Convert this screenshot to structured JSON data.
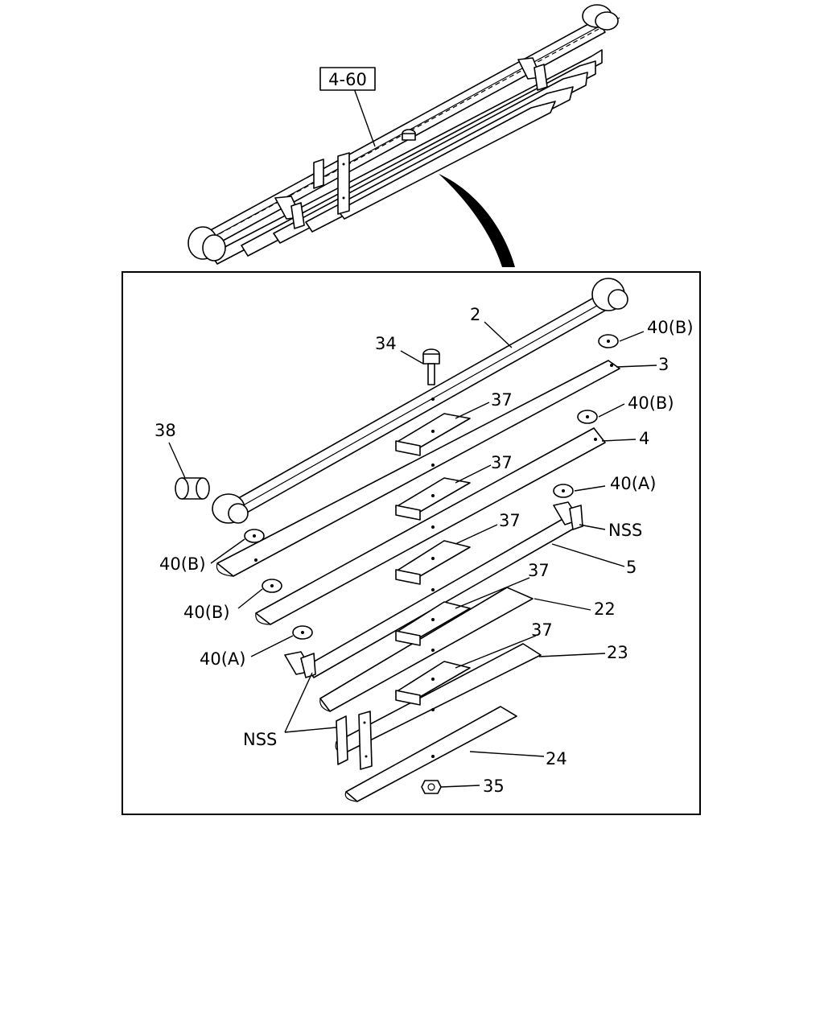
{
  "reference": "4-60",
  "labels": {
    "p2": "2",
    "p3": "3",
    "p4": "4",
    "p5": "5",
    "p22": "22",
    "p23": "23",
    "p24": "24",
    "p34": "34",
    "p35": "35",
    "p37_1": "37",
    "p37_2": "37",
    "p37_3": "37",
    "p37_4": "37",
    "p37_5": "37",
    "p38": "38",
    "p40b_1": "40(B)",
    "p40b_2": "40(B)",
    "p40b_3": "40(B)",
    "p40b_4": "40(B)",
    "p40a_1": "40(A)",
    "p40a_2": "40(A)",
    "nss_1": "NSS",
    "nss_2": "NSS"
  }
}
